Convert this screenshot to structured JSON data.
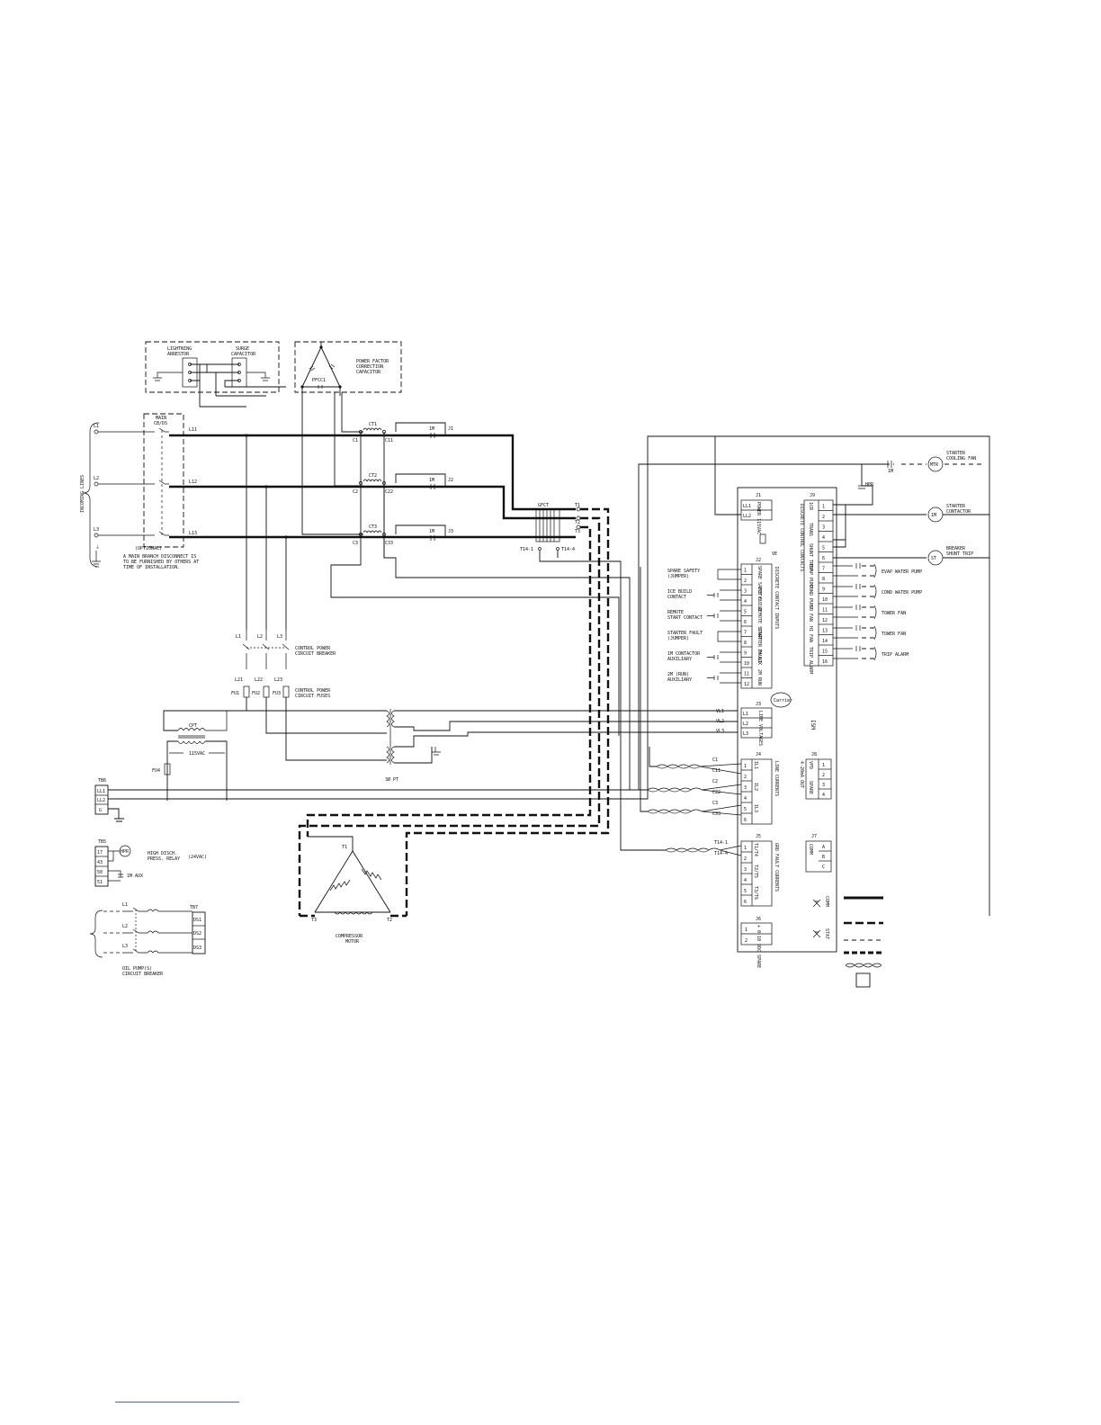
{
  "lightning_box": {
    "arrestor": [
      "LIGHTNING",
      "ARRESTOR"
    ],
    "capacitor": [
      "SURGE",
      "CAPACITOR"
    ]
  },
  "pfcc_box": {
    "label": [
      "POWER FACTOR",
      "CORRECTION",
      "CAPACITOR"
    ],
    "cap_label": "PFCC1"
  },
  "incoming": {
    "title": "INCOMING LINES",
    "lines": [
      "L1",
      "L2",
      "L3"
    ],
    "ground": "⏚",
    "main_cb": [
      "MAIN",
      "CB/DS"
    ],
    "optional": "(OPTIONAL)",
    "load_lines": [
      "L11",
      "L12",
      "L13"
    ],
    "note": [
      "A MAIN BRANCH DISCONNECT IS",
      "TO BE FURNISHED BY OTHERS AT",
      "TIME OF INSTALLATION."
    ]
  },
  "ct": {
    "names": [
      "CT1",
      "CT2",
      "CT3"
    ],
    "left": [
      "C1",
      "C2",
      "C3"
    ],
    "right": [
      "C11",
      "C22",
      "C33"
    ],
    "contact": "1M",
    "jumpers": [
      "J1",
      "J2",
      "J3"
    ]
  },
  "gfct": {
    "name": "GFCT",
    "terminals": [
      "T1",
      "T2",
      "T3"
    ],
    "taps": [
      "T14-1",
      "T14-4"
    ]
  },
  "control": {
    "lines": [
      "L1",
      "L2",
      "L3"
    ],
    "breaker": [
      "CONTROL POWER",
      "CIRCUIT BREAKER"
    ],
    "fuse_lines": [
      "L21",
      "L22",
      "L23"
    ],
    "fuses": [
      "FU1",
      "FU2",
      "FU3"
    ],
    "fuse_label": [
      "CONTROL POWER",
      "CIRCUIT FUSES"
    ],
    "cpt": "CPT",
    "vac": "115VAC",
    "fu4": "FU4",
    "pt": "3Ø PT"
  },
  "tb6": {
    "name": "TB6",
    "rows": [
      "LL1",
      "LL2",
      "G"
    ]
  },
  "tb5": {
    "name": "TB5",
    "rows": [
      "17",
      "43",
      "50",
      "51"
    ],
    "hpr": "HPR",
    "hpr_label": [
      "HIGH DISCH.",
      "PRESS. RELAY"
    ],
    "vac": "(24VAC)",
    "aux": "1M AUX"
  },
  "oil": {
    "lines": [
      "L1",
      "L2",
      "L3"
    ],
    "tb7": "TB7",
    "ds": [
      "DS1",
      "DS2",
      "DS3"
    ],
    "label": [
      "OIL PUMP(S)",
      "CIRCUIT BREAKER"
    ]
  },
  "motor": {
    "t1": "T1",
    "t2": "T2",
    "t3": "T3",
    "label": [
      "COMPRESSOR",
      "MOTOR"
    ]
  },
  "ism": {
    "name": "ISM",
    "logo": "Carrier",
    "ve": "VE",
    "j1": {
      "name": "J1",
      "title": "POWER 115VAC",
      "rows": [
        "LL1",
        "LL2"
      ]
    },
    "j2": {
      "name": "J2",
      "title": "DISCRETE CONTACT INPUTS",
      "rows": [
        "1",
        "2",
        "3",
        "4",
        "5",
        "6",
        "7",
        "8",
        "9",
        "10",
        "11",
        "12"
      ],
      "names": [
        "SPARE SAFETY",
        "ICE BUILD",
        "REMOTE START",
        "STARTER FAULT",
        "1M AUX",
        "2M RUN"
      ],
      "inputs": [
        [
          "SPARE SAFETY",
          "(JUMPER)"
        ],
        [
          "ICE BUILD",
          "CONTACT"
        ],
        [
          "REMOTE",
          "START CONTACT"
        ],
        [
          "STARTER FAULT",
          "(JUMPER)"
        ],
        [
          "1M CONTACTOR",
          "AUXILIARY"
        ],
        [
          "2M (RUN)",
          "AUXILIARY"
        ]
      ]
    },
    "j3": {
      "name": "J3",
      "title": "LINE VOLTAGES",
      "rows": [
        "L1",
        "L2",
        "L3"
      ],
      "wires": [
        "VL1",
        "VL2",
        "VL3"
      ]
    },
    "j4": {
      "name": "J4",
      "title": "LINE CURRENTS",
      "rows": [
        "1",
        "2",
        "3",
        "4",
        "5",
        "6"
      ],
      "names": [
        "IL1",
        "IL2",
        "IL3"
      ],
      "wires": [
        "C1",
        "C11",
        "C2",
        "C22",
        "C3",
        "C33"
      ]
    },
    "j5": {
      "name": "J5",
      "title": "GRD FAULT CURRENTS",
      "rows": [
        "1",
        "2",
        "3",
        "4",
        "5",
        "6"
      ],
      "names": [
        "T1/T4",
        "T2/T5",
        "T3/T6"
      ],
      "wires": [
        "T14-1",
        "T14-4"
      ]
    },
    "j6": {
      "name": "J6",
      "rows": [
        "1",
        "2"
      ],
      "label": "+ 0-10 VDC SPARE"
    },
    "j7": {
      "name": "J7",
      "title": "COMM",
      "rows": [
        "A",
        "B",
        "C"
      ]
    },
    "j8": {
      "name": "J8",
      "title": "4-20mA OUT",
      "rows": [
        "1",
        "2",
        "3",
        "4"
      ],
      "names": [
        "VFD",
        "SPARE"
      ]
    },
    "j9": {
      "name": "J9",
      "title": "DISCRETE CONTROL CONTACTS",
      "rows": [
        "1",
        "2",
        "3",
        "4",
        "5",
        "6",
        "7",
        "8",
        "9",
        "10",
        "11",
        "12",
        "13",
        "14",
        "15",
        "16"
      ],
      "names": [
        "1CR",
        "TRANS",
        "SHUNT TRIP",
        "EVAP PUMP",
        "COND PUMP",
        "LO FAN",
        "HI FAN",
        "TRIP ALARM"
      ]
    },
    "leds": [
      "COMM",
      "STAT"
    ]
  },
  "outputs": {
    "cooling_fan": {
      "contact": "1M",
      "coil": "MTR",
      "label": [
        "STARTER",
        "COOLING FAN"
      ]
    },
    "hpr": "HPR",
    "starter_contactor": {
      "coil": "1M",
      "label": [
        "STARTER",
        "CONTACTOR"
      ]
    },
    "shunt_trip": {
      "coil": "ST",
      "label": [
        "BREAKER",
        "SHUNT TRIP"
      ]
    },
    "field": [
      "EVAP WATER PUMP",
      "COND WATER PUMP",
      "TOWER FAN",
      "TOWER FAN",
      "TRIP ALARM"
    ]
  }
}
